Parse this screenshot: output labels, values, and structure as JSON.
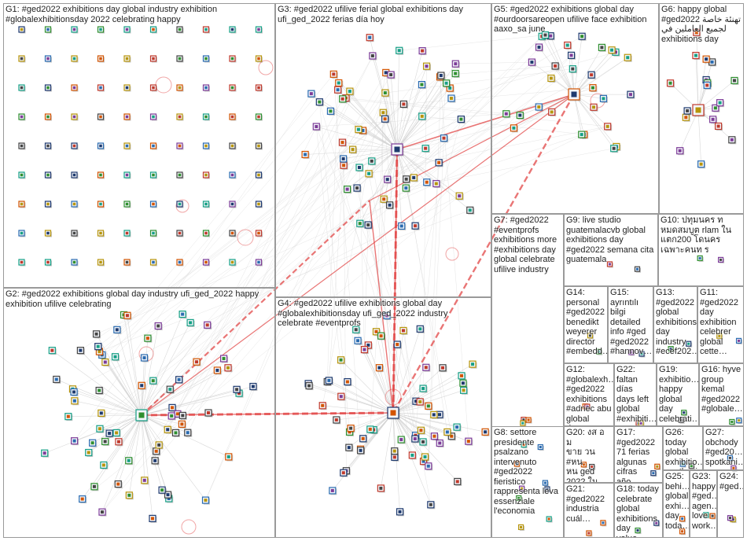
{
  "palette": {
    "edge": "#cfcfcf",
    "edge_strong": "#e03a3a",
    "frame": "#9a9a9a",
    "label": "#222222",
    "node_fill": "#f4f6fa",
    "node_border": "#1e3a6e"
  },
  "groups": [
    {
      "id": "G1",
      "label": "G1: #ged2022 exhibitions day global industry exhibition\n#globalexhibitionsday 2022 celebrating happy"
    },
    {
      "id": "G2",
      "label": "G2: #ged2022 exhibitions global day industry ufi_ged_2022 happy\nexhibition ufilive celebrating"
    },
    {
      "id": "G3",
      "label": "G3: #ged2022 ufilive ferial global exhibitions day\nufi_ged_2022 ferias día hoy"
    },
    {
      "id": "G4",
      "label": "G4: #ged2022 ufilive exhibitions global day\n#globalexhibitionsday ufi_ged_2022 industry\ncelebrate #eventprofs"
    },
    {
      "id": "G5",
      "label": "G5: #ged2022 exhibitions global day\n#ourdoorsareopen ufilive face exhibition\naaxo_sa june"
    },
    {
      "id": "G6",
      "label": "G6: happy global\n#ged2022 تهنئة خاصة\nلجميع العاملين في\nexhibitions day"
    },
    {
      "id": "G7",
      "label": "G7: #ged2022\n#eventprofs\nexhibitions more\n#exhibitions day\nglobal celebrate\nufilive industry"
    },
    {
      "id": "G8",
      "label": "G8: settore\npresidente\npsalzano\nintervenuto\n#ged2022\nfieristico\nrappresenta leva\nessenziale\nl'economia"
    },
    {
      "id": "G9",
      "label": "G9: live studio\nguatemalacvb global\nexhibitions day\n#ged2022 semana cita\nguatemala"
    },
    {
      "id": "G10",
      "label": "G10: ปทุมนคร ท\nหมดสมบูต rlam ใน\nแตก200 โดนคร\nเฉพาะคนท ร"
    },
    {
      "id": "G11",
      "label": "G11:\n#ged2022\nday\nexhibition\ncelebrer\nglobal\ncette…"
    },
    {
      "id": "G12",
      "label": "G12:\n#globalexh…\n#ged2022\nexhibitions\n#adnec abu\nglobal day…"
    },
    {
      "id": "G13",
      "label": "G13:\n#ged2022\nglobal\nexhibitions\nday\nindustry\n#ecef202…"
    },
    {
      "id": "G14",
      "label": "G14:\npersonal\n#ged2022\nbenedikt\nweyerer\ndirector\n#embedd…"
    },
    {
      "id": "G15",
      "label": "G15:\nayrıntılı\nbilgi\ndetailed\ninfo #ged\n#ged2022\n#hannov…"
    },
    {
      "id": "G16",
      "label": "G16: hyve\ngroup\nkemal\n#ged2022\n#globale…"
    },
    {
      "id": "G17",
      "label": "G17:\n#ged2022\n71 ferias\nalgunas\ncifras año…"
    },
    {
      "id": "G18",
      "label": "G18: today\ncelebrate\nglobal\nexhibitions\nday value…"
    },
    {
      "id": "G19",
      "label": "G19:\nexhibitio…\nhappy\nglobal day\ncelebrati…"
    },
    {
      "id": "G20",
      "label": "G20: งส อ ม\nขาย วน #หน\nหน ged\n2022 ใม"
    },
    {
      "id": "G21",
      "label": "G21:\n#ged2022\nindustria\ncuál…"
    },
    {
      "id": "G22",
      "label": "G22:\nfaltan días\ndays left\nglobal\n#exhibiti…"
    },
    {
      "id": "G23",
      "label": "G23:\nhappy\n#ged…\nagen…\nlove\nwork…"
    },
    {
      "id": "G24",
      "label": "G24:\n#ged…"
    },
    {
      "id": "G25",
      "label": "G25:\nbehi…\nglobal\nexhi…\nday\ntoda…"
    },
    {
      "id": "G26",
      "label": "G26:\ntoday\nglobal\nexhibitio…\nspotkani…"
    },
    {
      "id": "G27",
      "label": "G27:\nobchody\n#ged20…\nspotkani…"
    }
  ]
}
